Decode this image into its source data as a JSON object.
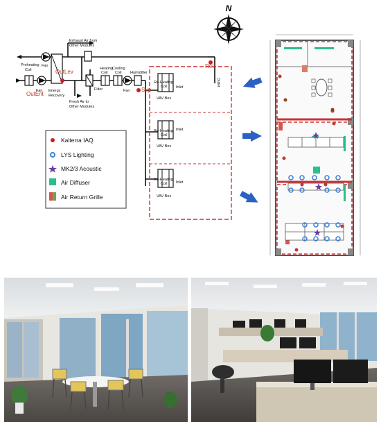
{
  "compass": {
    "label": "N"
  },
  "hvac": {
    "exhaust": "Exhaust Air from",
    "exhaust2": "Other Modules",
    "preheating": "Preheating",
    "preheating2": "Coil",
    "fan": "Fan",
    "energy_recovery": "Energy",
    "energy_recovery2": "Recovery",
    "outlev": "OutLev",
    "outent": "OutEnt",
    "filter": "Filter",
    "heating_coil": "Heating",
    "heating_coil2": "Coil",
    "cooling_coil": "Cooling",
    "cooling_coil2": "Coil",
    "humidifier": "Humidifier",
    "sup": "Sup",
    "ret": "Ret",
    "fresh_air": "Fresh Air to",
    "fresh_air2": "Other Modules",
    "outlet": "Outlet",
    "reheat": "Re-Heating",
    "reheat2": "Coil",
    "inlet": "Inlet",
    "vav": "VAV Box"
  },
  "legend": {
    "items": [
      {
        "label": "Kaiterra IAQ",
        "color": "#cc1f1f"
      },
      {
        "label": "LYS Lighting",
        "color": "#3a7fd5"
      },
      {
        "label": "MK2/3 Acoustic",
        "color": "#6a3d9a"
      },
      {
        "label": "Air Diffuser",
        "color": "#2bbf8a"
      },
      {
        "label": "Air Return Grille",
        "color": "#d9534f"
      }
    ]
  }
}
